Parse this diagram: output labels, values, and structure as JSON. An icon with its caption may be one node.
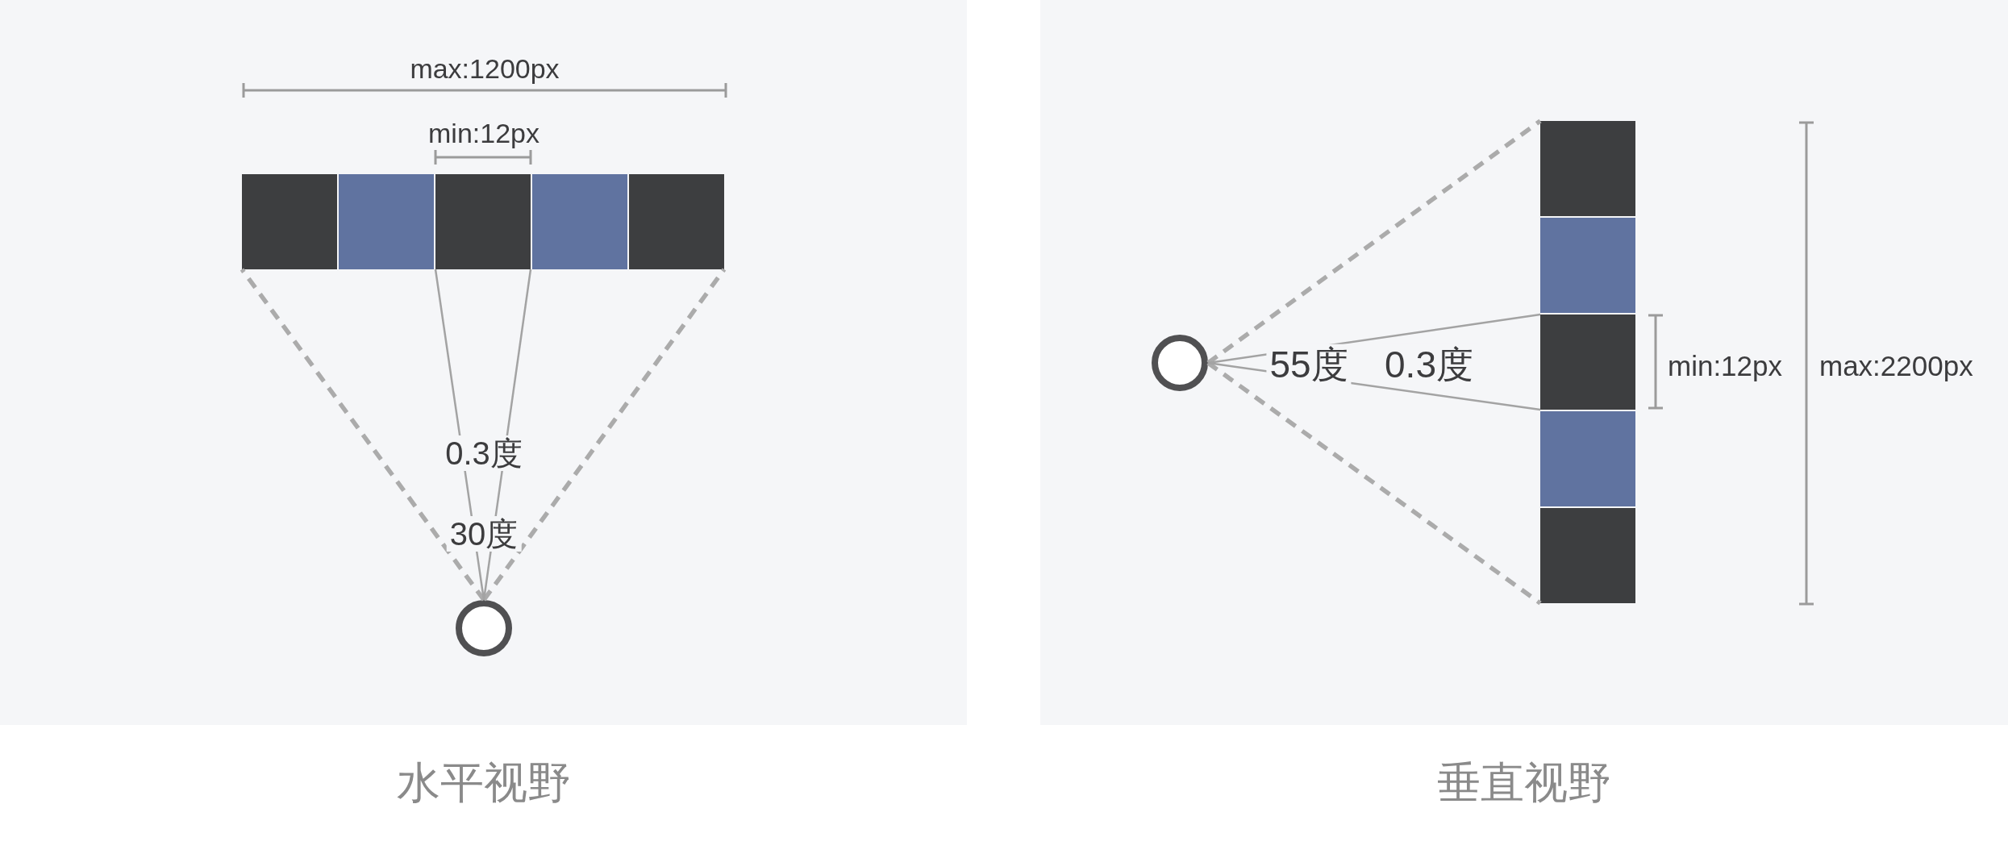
{
  "diagram": {
    "nodes": [
      {
        "text": [
          "水平视野"
        ]
      },
      {
        "text": [],
        "shape": "box",
        "in": 0
      },
      {
        "text": [],
        "shape": "box",
        "in": 0
      },
      {
        "text": [],
        "shape": "box",
        "in": 0
      },
      {
        "text": [],
        "shape": "box",
        "in": 0
      },
      {
        "text": [],
        "shape": "box",
        "in": 0
      },
      {
        "text": [],
        "shape": "circle",
        "in": 0
      },
      {
        "text": [
          "垂直视野"
        ]
      },
      {
        "text": [],
        "shape": "circle",
        "in": 7
      },
      {
        "text": [],
        "shape": "box",
        "in": 7
      },
      {
        "text": [],
        "shape": "box",
        "in": 7
      },
      {
        "text": [],
        "shape": "box",
        "in": 7
      },
      {
        "text": [],
        "shape": "box",
        "in": 7
      },
      {
        "text": [],
        "shape": "box",
        "in": 7
      }
    ],
    "edges": [
      {
        "from": 6,
        "to": 1,
        "arrow": "none",
        "style": "dashed"
      },
      {
        "from": 6,
        "to": 5,
        "arrow": "none",
        "style": "dashed"
      },
      {
        "from": 6,
        "to": 3,
        "arrow": "none"
      },
      {
        "from": 6,
        "to": 3,
        "arrow": "none"
      },
      {
        "from": 8,
        "to": 9,
        "arrow": "none",
        "style": "dashed"
      },
      {
        "from": 8,
        "to": 13,
        "arrow": "none",
        "style": "dashed"
      },
      {
        "from": 8,
        "to": 11,
        "arrow": "none"
      },
      {
        "from": 8,
        "to": 11,
        "arrow": "none"
      }
    ],
    "labels": [
      "max:1200px",
      "min:12px",
      "0.3度",
      "30度",
      "55度",
      "0.3度",
      "min:12px",
      "max:2200px"
    ]
  }
}
